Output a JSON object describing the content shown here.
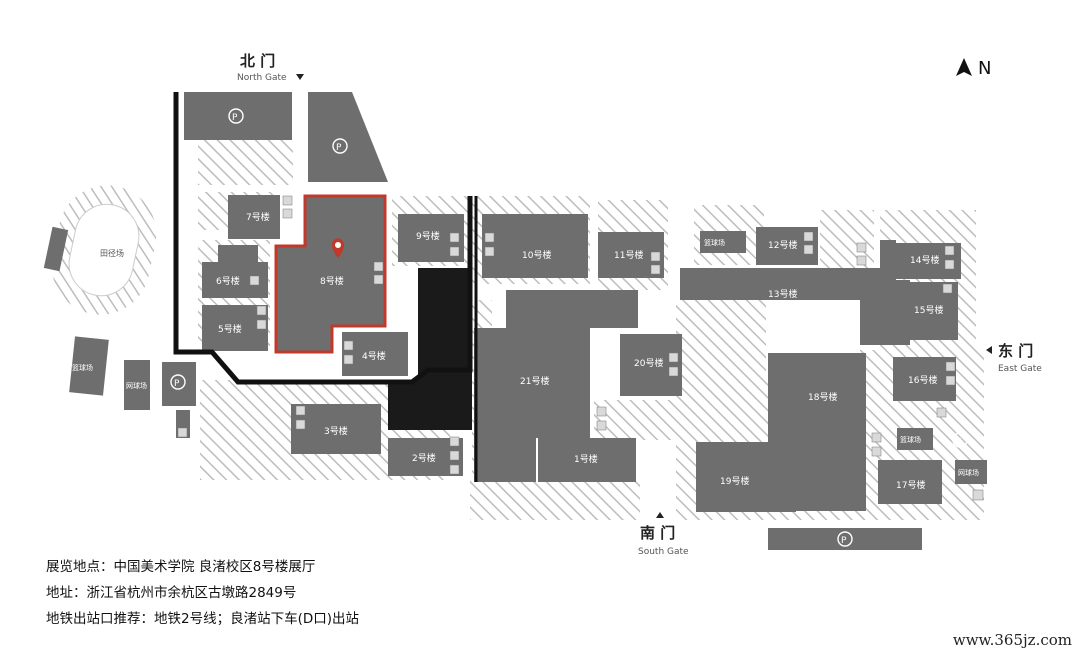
{
  "compass": {
    "label": "N"
  },
  "gates": {
    "north": {
      "cn": "北 门",
      "en": "North Gate"
    },
    "east": {
      "cn": "东 门",
      "en": "East Gate"
    },
    "south": {
      "cn": "南 门",
      "en": "South Gate"
    }
  },
  "buildings": {
    "b2": "2号楼",
    "b3": "3号楼",
    "b4": "4号楼",
    "b5": "5号楼",
    "b6": "6号楼",
    "b7": "7号楼",
    "b8": "8号楼",
    "b9": "9号楼",
    "b10": "10号楼",
    "b11": "11号楼",
    "b12": "12号楼",
    "b13": "13号楼",
    "b14": "14号楼",
    "b15": "15号楼",
    "b16": "16号楼",
    "b17": "17号楼",
    "b18": "18号楼",
    "b19": "19号楼",
    "b20": "20号楼",
    "b21": "21号楼",
    "b1": "1号楼"
  },
  "facilities": {
    "field": "田径场",
    "basketball": "篮球场",
    "tennis": "网球场"
  },
  "parking_symbol": "P",
  "highlight": {
    "building": "8号楼",
    "color": "#c0392b"
  },
  "info": {
    "line1": "展览地点：中国美术学院 良渚校区8号楼展厅",
    "line2": "地址：浙江省杭州市余杭区古墩路2849号",
    "line3": "地铁出站口推荐：地铁2号线；良渚站下车(D口)出站"
  },
  "watermark": "www.365jz.com",
  "colors": {
    "building": "#6e6e6e",
    "path": "#1a1a1a",
    "hatch": "#bdbdbd"
  }
}
